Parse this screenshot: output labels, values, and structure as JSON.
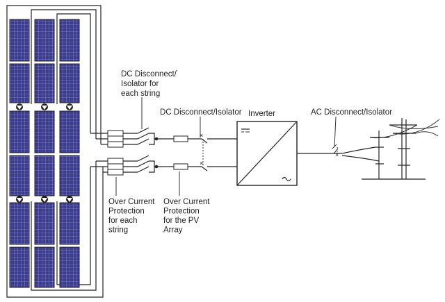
{
  "labels": {
    "dc_disconnect_string_1": "DC Disconnect/",
    "dc_disconnect_string_2": "Isolator for",
    "dc_disconnect_string_3": "each string",
    "dc_disconnect_main": "DC Disconnect/Isolator",
    "inverter": "Inverter",
    "ac_disconnect": "AC Disconnect/Isolator",
    "ocp_string_1": "Over Current",
    "ocp_string_2": "Protection",
    "ocp_string_3": "for each",
    "ocp_string_4": "string",
    "ocp_array_1": "Over Current",
    "ocp_array_2": "Protection",
    "ocp_array_3": "for the PV",
    "ocp_array_4": "Array"
  },
  "colors": {
    "panel_fill": "#3c3c8e",
    "panel_grid": "#aab0dc",
    "line": "#222222",
    "background": "#ffffff"
  },
  "icons": {
    "inverter_dc_symbol": "dc-symbol",
    "inverter_ac_symbol": "ac-wave-symbol",
    "diode": "blocking-diode-icon",
    "utility_pole": "utility-pole-icon"
  }
}
